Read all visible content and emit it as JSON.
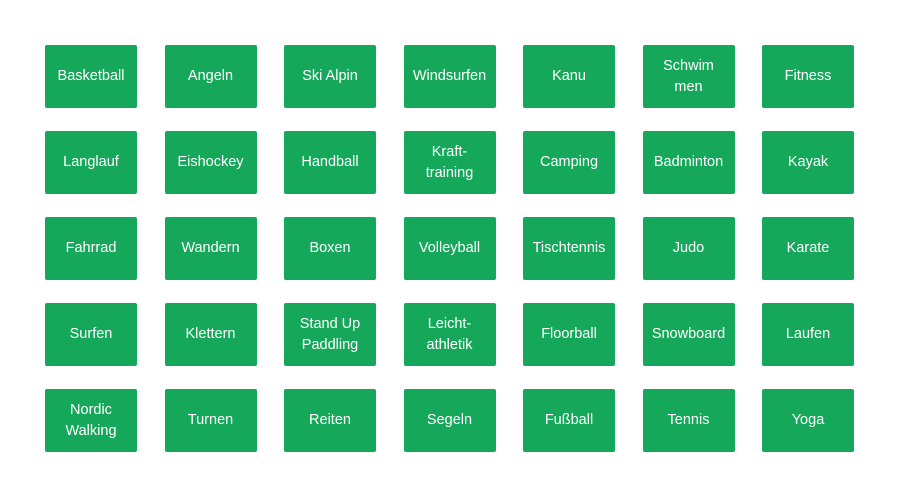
{
  "colors": {
    "tile_background": "#16a85a",
    "tile_text": "#ffffff",
    "page_background": "#ffffff"
  },
  "sports": [
    "Basketball",
    "Angeln",
    "Ski Alpin",
    "Windsurfen",
    "Kanu",
    "Schwim\nmen",
    "Fitness",
    "Langlauf",
    "Eishockey",
    "Handball",
    "Kraft-\ntraining",
    "Camping",
    "Badminton",
    "Kayak",
    "Fahrrad",
    "Wandern",
    "Boxen",
    "Volleyball",
    "Tischtennis",
    "Judo",
    "Karate",
    "Surfen",
    "Klettern",
    "Stand Up\nPaddling",
    "Leicht-\nathletik",
    "Floorball",
    "Snowboard",
    "Laufen",
    "Nordic\nWalking",
    "Turnen",
    "Reiten",
    "Segeln",
    "Fußball",
    "Tennis",
    "Yoga"
  ]
}
